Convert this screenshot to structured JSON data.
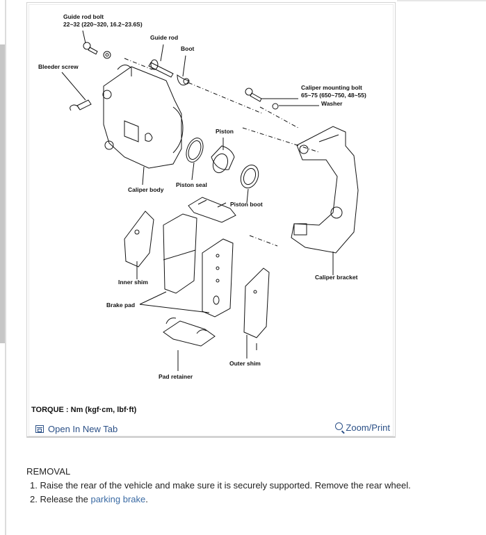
{
  "figure": {
    "labels": {
      "guide_rod_bolt": "Guide rod bolt",
      "guide_rod_bolt_torque": "22~32 (220~320, 16.2~23.6S)",
      "guide_rod": "Guide rod",
      "boot": "Boot",
      "bleeder_screw": "Bleeder screw",
      "caliper_mounting_bolt": "Caliper mounting bolt",
      "caliper_mounting_bolt_torque": "65~75 (650~750, 48~55)",
      "washer": "Washer",
      "piston": "Piston",
      "caliper_body": "Caliper body",
      "piston_seal": "Piston seal",
      "piston_boot": "Piston boot",
      "inner_shim": "Inner shim",
      "caliper_bracket": "Caliper bracket",
      "brake_pad": "Brake pad",
      "outer_shim": "Outer shim",
      "pad_retainer": "Pad retainer"
    },
    "torque_note": "TORQUE : Nm (kgf·cm, lbf·ft)",
    "open_tab_label": "Open In New Tab",
    "zoom_label": "Zoom/Print"
  },
  "removal": {
    "heading": "REMOVAL",
    "steps": [
      {
        "num": "1.",
        "text": "Raise the rear of the vehicle and make sure it is securely supported. Remove the rear wheel."
      },
      {
        "num": "2.",
        "text": "Release the ",
        "link": "parking brake",
        "after": "."
      }
    ]
  }
}
